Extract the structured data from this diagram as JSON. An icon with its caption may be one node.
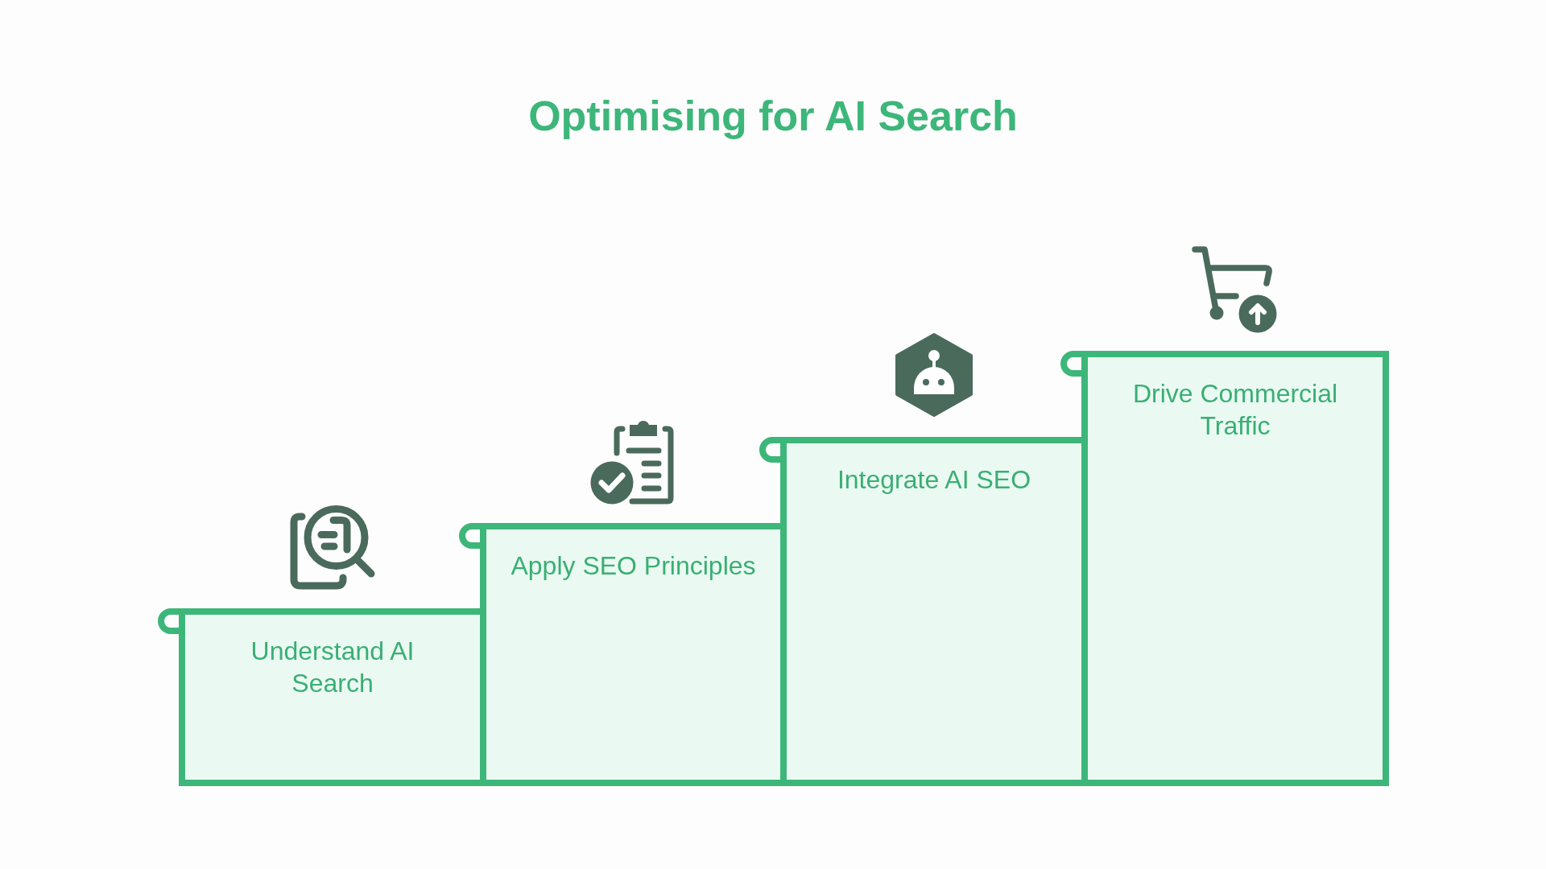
{
  "diagram": {
    "title": "Optimising for AI Search",
    "nodes": [
      {
        "text": [
          "Understand AI Search"
        ]
      },
      {
        "text": [
          "Apply SEO Principles"
        ]
      },
      {
        "text": [
          "Integrate AI SEO"
        ]
      },
      {
        "text": [
          "Drive Commercial Traffic"
        ]
      }
    ]
  }
}
